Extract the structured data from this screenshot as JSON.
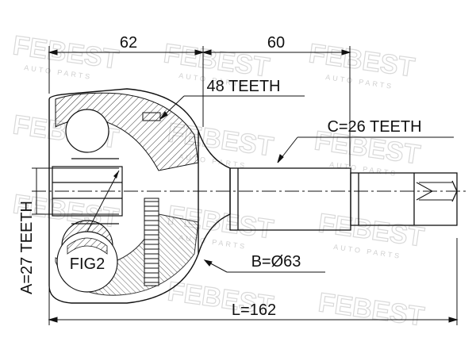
{
  "diagram": {
    "watermark_brand": "FEBEST",
    "watermark_sub": "AUTO PARTS",
    "labels": {
      "dim_left_length": "62",
      "dim_right_length": "60",
      "outer_teeth": "48 TEETH",
      "shaft_teeth": "C=26 TEETH",
      "inner_teeth": "A=27 TEETH",
      "fig_label": "FIG2",
      "diameter": "B=Ø63",
      "total_length": "L=162"
    },
    "colors": {
      "line": "#111111",
      "hatch": "#333333",
      "watermark": "#d9d9d9"
    }
  }
}
